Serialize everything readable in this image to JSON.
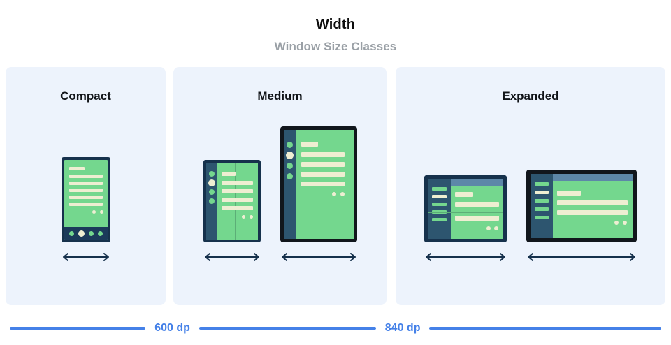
{
  "header": {
    "title": "Width",
    "subtitle": "Window Size Classes"
  },
  "panels": [
    {
      "key": "compact",
      "label": "Compact",
      "devices": [
        {
          "name": "phone",
          "type": "phone",
          "orientation": "portrait"
        }
      ]
    },
    {
      "key": "medium",
      "label": "Medium",
      "devices": [
        {
          "name": "foldable",
          "type": "foldable",
          "orientation": "portrait"
        },
        {
          "name": "tablet",
          "type": "tablet",
          "orientation": "portrait"
        }
      ]
    },
    {
      "key": "expanded",
      "label": "Expanded",
      "devices": [
        {
          "name": "foldable",
          "type": "foldable",
          "orientation": "landscape"
        },
        {
          "name": "tablet",
          "type": "tablet",
          "orientation": "landscape"
        }
      ]
    }
  ],
  "scale": {
    "breakpoints": [
      {
        "value": "600 dp"
      },
      {
        "value": "840 dp"
      }
    ]
  },
  "colors": {
    "panel_background": "#edf3fc",
    "screen_green": "#74d78e",
    "content_cream": "#eeeed2",
    "bezel_navy": "#16314c",
    "bezel_black": "#11161c",
    "rail_blue": "#2d556f",
    "topbar_blue": "#5d87a8",
    "accent_blue": "#4581e8",
    "title_black": "#0d0d0d",
    "subtitle_gray": "#9aa0a6"
  },
  "icons": {
    "width_arrow": "double-headed-horizontal-arrow"
  }
}
